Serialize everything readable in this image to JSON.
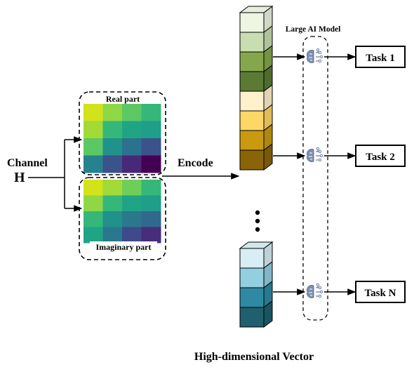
{
  "labels": {
    "channel": "Channel",
    "h": "H",
    "real_part": "Real part",
    "imaginary_part": "Imaginary part",
    "encode": "Encode",
    "large_ai_model": "Large AI Model",
    "high_dimensional_vector": "High-dimensional Vector"
  },
  "tasks": [
    "Task 1",
    "Task 2",
    "Task N"
  ],
  "icons": {
    "ai_model": "brain-circuit-icon"
  },
  "colors": {
    "real_grid": [
      [
        "#d2e21b",
        "#8fd744",
        "#5cc863",
        "#35b779"
      ],
      [
        "#a2da37",
        "#35b779",
        "#20a486",
        "#1f9e89"
      ],
      [
        "#5cc863",
        "#21918c",
        "#2c728e",
        "#3b528b"
      ],
      [
        "#26828e",
        "#3b528b",
        "#482878",
        "#440154"
      ]
    ],
    "imag_grid": [
      [
        "#d2e21b",
        "#a2da37",
        "#6ece58",
        "#35b779"
      ],
      [
        "#8fd744",
        "#35b779",
        "#20a486",
        "#1f9e89"
      ],
      [
        "#35b779",
        "#21918c",
        "#2a788e",
        "#31688e"
      ],
      [
        "#20a486",
        "#2a788e",
        "#3e4a89",
        "#472d7b"
      ]
    ],
    "vector_group_1": [
      "#eef5e2",
      "#c8ddb0",
      "#86a64c",
      "#5b7a34"
    ],
    "vector_group_2": [
      "#fff1cc",
      "#ffd766",
      "#c99a10",
      "#8a6508"
    ],
    "vector_group_3": [
      "#d8eef4",
      "#93cfdf",
      "#2e8aa3",
      "#1f5f6e"
    ]
  }
}
